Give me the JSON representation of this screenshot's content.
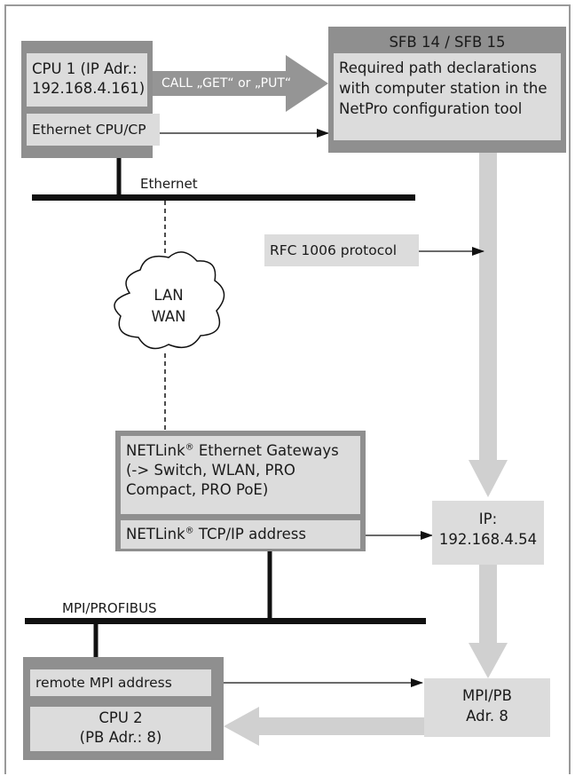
{
  "cpu1": {
    "title_line1": "CPU 1 (IP Adr.:",
    "title_line2": "192.168.4.161)",
    "ethernet_port": "Ethernet CPU/CP"
  },
  "call_label": "CALL „GET“ or „PUT“",
  "sfb": {
    "title": "SFB 14 / SFB 15",
    "desc_line1": "Required path declarations",
    "desc_line2": "with computer station in the",
    "desc_line3": "NetPro configuration tool"
  },
  "ethernet_bus_label": "Ethernet",
  "rfc_label": "RFC 1006 protocol",
  "cloud": {
    "line1": "LAN",
    "line2": "WAN"
  },
  "netlink": {
    "line1_prefix": "NETLink",
    "line1_suffix": " Ethernet Gateways",
    "line2": "(-> Switch, WLAN, PRO",
    "line3": "Compact, PRO PoE)",
    "tcp_prefix": "NETLink",
    "tcp_suffix": " TCP/IP address",
    "registered_mark": "®"
  },
  "ip_box": {
    "line1": "IP:",
    "line2": "192.168.4.54"
  },
  "mpi_bus_label": "MPI/PROFIBUS",
  "cpu2": {
    "remote_mpi": "remote MPI address",
    "title_line1": "CPU 2",
    "title_line2": "(PB Adr.: 8)"
  },
  "mpi_box": {
    "line1": "MPI/PB",
    "line2": "Adr. 8"
  },
  "colors": {
    "dark_box": "#8f8f8f",
    "light_box": "#dcdcdc",
    "flow_arrow": "#d0d0d0",
    "bus_line": "#111111",
    "frame": "#9a9a9a"
  }
}
